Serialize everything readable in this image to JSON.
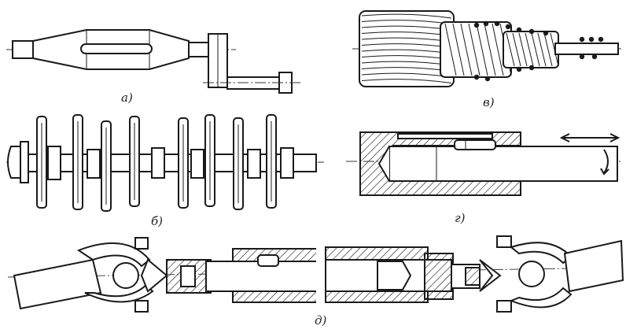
{
  "figure": {
    "panels": [
      {
        "id": "a",
        "label": "а)",
        "subject": "spindle-with-crank"
      },
      {
        "id": "v",
        "label": "в)",
        "subject": "coiled-springs"
      },
      {
        "id": "b",
        "label": "б)",
        "subject": "crankshaft"
      },
      {
        "id": "g",
        "label": "г)",
        "subject": "shaft-in-sleeve"
      },
      {
        "id": "d",
        "label": "д)",
        "subject": "cardan-shaft"
      }
    ]
  }
}
